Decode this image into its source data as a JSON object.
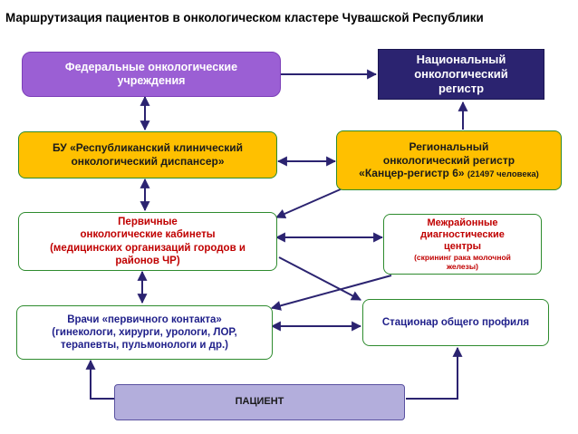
{
  "title": "Маршрутизация пациентов в онкологическом кластере Чувашской Республики",
  "nodes": {
    "federal": {
      "lines": [
        "Федеральные онкологические",
        "учреждения"
      ]
    },
    "national": {
      "lines": [
        "Национальный",
        "онкологический",
        "регистр"
      ]
    },
    "bu": {
      "lines": [
        "БУ «Республиканский клинический",
        "онкологический диспансер»"
      ]
    },
    "regional": {
      "line1": "Региональный",
      "line2": "онкологический регистр",
      "line3_main": "«Канцер-регистр 6»",
      "line3_note": "(21497 человека)"
    },
    "primary": {
      "lines": [
        "Первичные",
        "онкологические кабинеты",
        "(медицинских организаций городов и",
        "районов ЧР)"
      ]
    },
    "interdistrict": {
      "lines": [
        "Межрайонные",
        "диагностические",
        "центры"
      ],
      "note_lines": [
        "(скрининг рака молочной",
        "железы)"
      ]
    },
    "doctors": {
      "lines": [
        "Врачи «первичного контакта»",
        "(гинекологи, хирурги, урологи, ЛОР,",
        "терапевты, пульмонологи и др.)"
      ]
    },
    "hospital": {
      "label": "Стационар общего профиля"
    },
    "patient": {
      "label": "ПАЦИЕНТ"
    }
  },
  "colors": {
    "federal_fill": "#9b5fd4",
    "national_fill": "#2b2370",
    "bu_fill": "#ffc000",
    "regional_fill": "#ffc000",
    "node_border": "#2e8b2e",
    "red_text": "#c00000",
    "navy_text": "#1f1f8a",
    "patient_fill": "#b3aedc",
    "arrow": "#2b2370"
  }
}
